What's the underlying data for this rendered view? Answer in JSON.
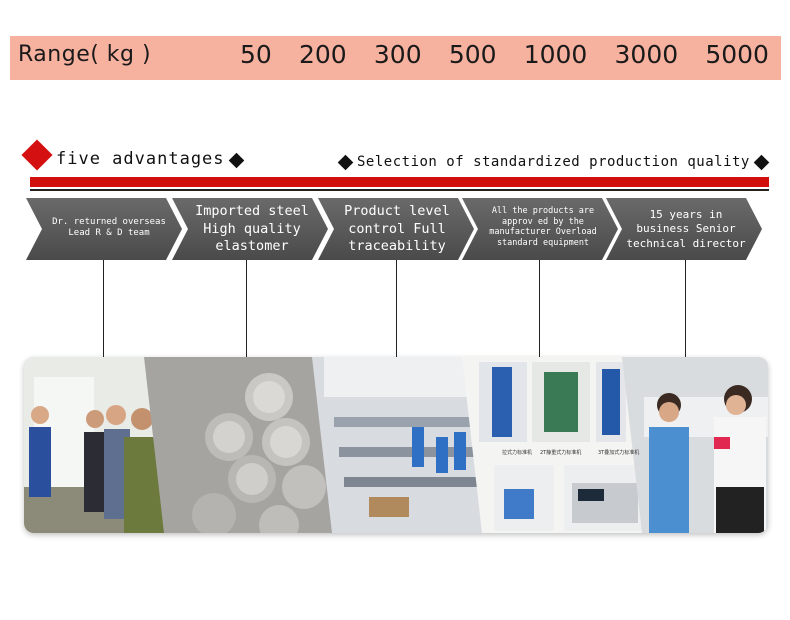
{
  "range": {
    "label": "Range( kg )",
    "values": [
      "50",
      "200",
      "300",
      "500",
      "1000",
      "3000",
      "5000"
    ]
  },
  "header": {
    "advantages_title": "five advantages",
    "selection_title": "Selection of standardized production quality"
  },
  "advantages": [
    {
      "lines": [
        "Dr. returned overseas",
        "Lead R & D team"
      ]
    },
    {
      "lines": [
        "Imported steel",
        "High quality",
        "elastomer"
      ]
    },
    {
      "lines": [
        "Product level",
        "control Full",
        "traceability"
      ]
    },
    {
      "lines": [
        "All the products are",
        "approv ed by the",
        "manufacturer Overload",
        "standard equipment"
      ]
    },
    {
      "lines": [
        "15 years in",
        "business Senior",
        "technical director"
      ]
    }
  ],
  "photo_captions": {
    "c1": "拉式力标准机",
    "c2": "2T静重式力标准机",
    "c3": "3T叠加式力标准机"
  },
  "colors": {
    "range_bg": "#f7b19f",
    "accent_red": "#d20f0f",
    "arrow_grey": "#555555"
  }
}
